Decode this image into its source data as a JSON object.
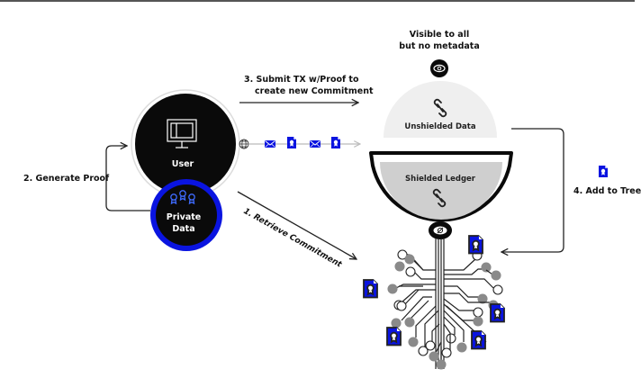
{
  "labels": {
    "visible_line1": "Visible to all",
    "visible_line2": "but no metadata",
    "submit_line1": "3. Submit TX w/Proof to",
    "submit_line2": "create new Commitment",
    "generate_proof": "2. Generate Proof",
    "retrieve_commitment": "1. Retrieve Commitment",
    "add_to_tree": "4. Add to Tree"
  },
  "nodes": {
    "user": "User",
    "private_data_line1": "Private",
    "private_data_line2": "Data",
    "unshielded_data": "Unshielded Data",
    "shielded_ledger": "Shielded Ledger"
  },
  "icons": {
    "eye": "eye-icon",
    "monitor": "monitor-icon",
    "certificates": "certificate-icon",
    "globe": "globe-icon",
    "envelope": "envelope-icon",
    "document": "certificate-document-icon",
    "link": "chain-link-icon",
    "hidden_eye": "hidden-eye-icon"
  },
  "colors": {
    "accent_blue": "#0a14e0",
    "dark": "#0a0a0a",
    "light_gray": "#efefef",
    "mid_gray": "#cfcfcf",
    "node_gray": "#8a8a8a"
  }
}
